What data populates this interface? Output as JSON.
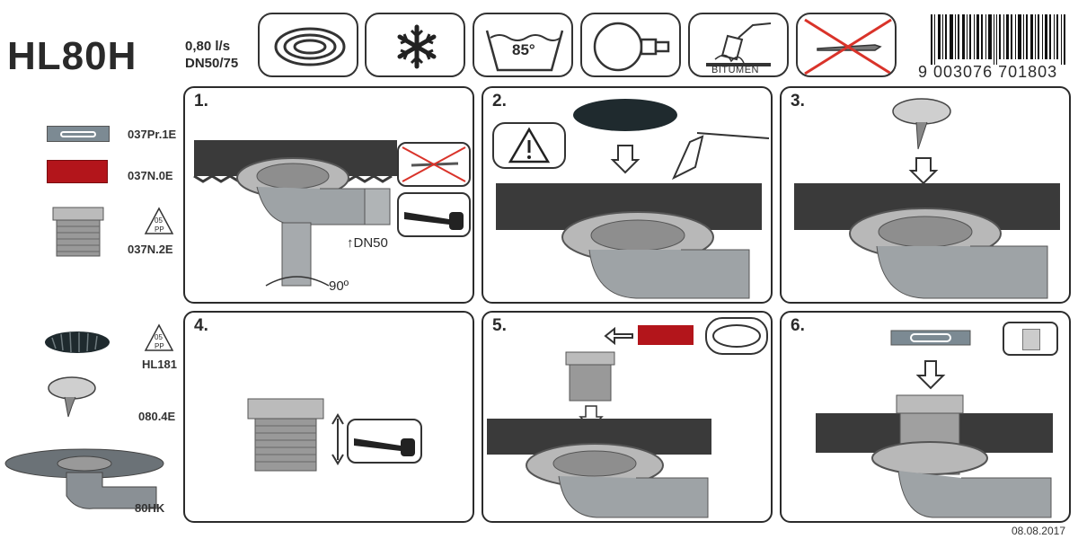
{
  "header": {
    "model": "HL80H",
    "flow_rate": "0,80 l/s",
    "connection": "DN50/75",
    "icons": [
      {
        "name": "membrane-icon",
        "label": ""
      },
      {
        "name": "frost-icon",
        "label": ""
      },
      {
        "name": "temperature-85-icon",
        "label": "85°"
      },
      {
        "name": "pipe-connection-icon",
        "label": ""
      },
      {
        "name": "bitumen-icon",
        "label": "BITUMEN"
      },
      {
        "name": "no-torch-icon",
        "label": ""
      }
    ],
    "barcode_number": "9 003076 701803"
  },
  "parts": [
    {
      "code": "037Pr.1E",
      "icon": "cover-plate-icon"
    },
    {
      "code": "037N.0E",
      "icon": "red-protection-cap-icon"
    },
    {
      "code": "037N.2E",
      "icon": "extension-ring-icon"
    },
    {
      "code": "HL181",
      "icon": "leaf-guard-grate-icon"
    },
    {
      "code": "080.4E",
      "icon": "odour-seal-icon"
    },
    {
      "code": "80HK",
      "icon": "drain-body-icon"
    }
  ],
  "recycle_mark": {
    "top": "05",
    "bottom": "PP"
  },
  "steps": [
    {
      "number": "1.",
      "labels": [
        "↑DN50",
        "90º"
      ]
    },
    {
      "number": "2.",
      "labels": []
    },
    {
      "number": "3.",
      "labels": []
    },
    {
      "number": "4.",
      "labels": []
    },
    {
      "number": "5.",
      "labels": []
    },
    {
      "number": "6.",
      "labels": []
    }
  ],
  "date": "08.08.2017"
}
